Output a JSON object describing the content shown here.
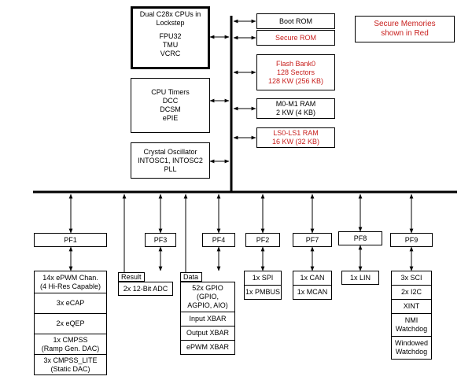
{
  "legend": {
    "line1": "Secure Memories",
    "line2": "shown in Red",
    "color": "#c8201e"
  },
  "cpu": {
    "line1": "Dual C28x CPUs in",
    "line2": "Lockstep",
    "line3": "FPU32",
    "line4": "TMU",
    "line5": "VCRC"
  },
  "timers": {
    "line1": "CPU Timers",
    "line2": "DCC",
    "line3": "DCSM",
    "line4": "ePIE"
  },
  "osc": {
    "line1": "Crystal Oscillator",
    "line2": "INTOSC1, INTOSC2",
    "line3": "PLL"
  },
  "memories": {
    "boot_rom": "Boot ROM",
    "secure_rom": "Secure ROM",
    "flash": {
      "line1": "Flash Bank0",
      "line2": "128 Sectors",
      "line3": "128 KW (256 KB)"
    },
    "m0m1": {
      "line1": "M0-M1 RAM",
      "line2": "2 KW (4 KB)"
    },
    "ls0ls1": {
      "line1": "LS0-LS1 RAM",
      "line2": "16 KW (32 KB)"
    }
  },
  "pf1": {
    "label": "PF1",
    "items": [
      {
        "line1": "14x ePWM Chan.",
        "line2": "(4 Hi-Res Capable)"
      },
      {
        "line1": "3x eCAP",
        "line2": ""
      },
      {
        "line1": "2x eQEP",
        "line2": ""
      },
      {
        "line1": "1x CMPSS",
        "line2": "(Ramp Gen. DAC)"
      },
      {
        "line1": "3x CMPSS_LITE",
        "line2": "(Static DAC)"
      }
    ]
  },
  "pf3": {
    "label": "PF3",
    "tag": "Result",
    "items": [
      "2x 12-Bit ADC"
    ]
  },
  "pf4": {
    "label": "PF4",
    "tag": "Data",
    "gpio": {
      "line1": "52x GPIO",
      "line2": "(GPIO,",
      "line3": "AGPIO, AIO)"
    },
    "items": [
      "Input XBAR",
      "Output XBAR",
      "ePWM XBAR"
    ]
  },
  "pf2": {
    "label": "PF2",
    "items": [
      "1x SPI",
      "1x PMBUS"
    ]
  },
  "pf7": {
    "label": "PF7",
    "items": [
      "1x CAN",
      "1x MCAN"
    ]
  },
  "pf8": {
    "label": "PF8",
    "items": [
      "1x LIN"
    ]
  },
  "pf9": {
    "label": "PF9",
    "items": [
      {
        "line1": "3x SCI",
        "line2": ""
      },
      {
        "line1": "2x I2C",
        "line2": ""
      },
      {
        "line1": "XINT",
        "line2": ""
      },
      {
        "line1": "NMI",
        "line2": "Watchdog"
      },
      {
        "line1": "Windowed",
        "line2": "Watchdog"
      }
    ]
  }
}
